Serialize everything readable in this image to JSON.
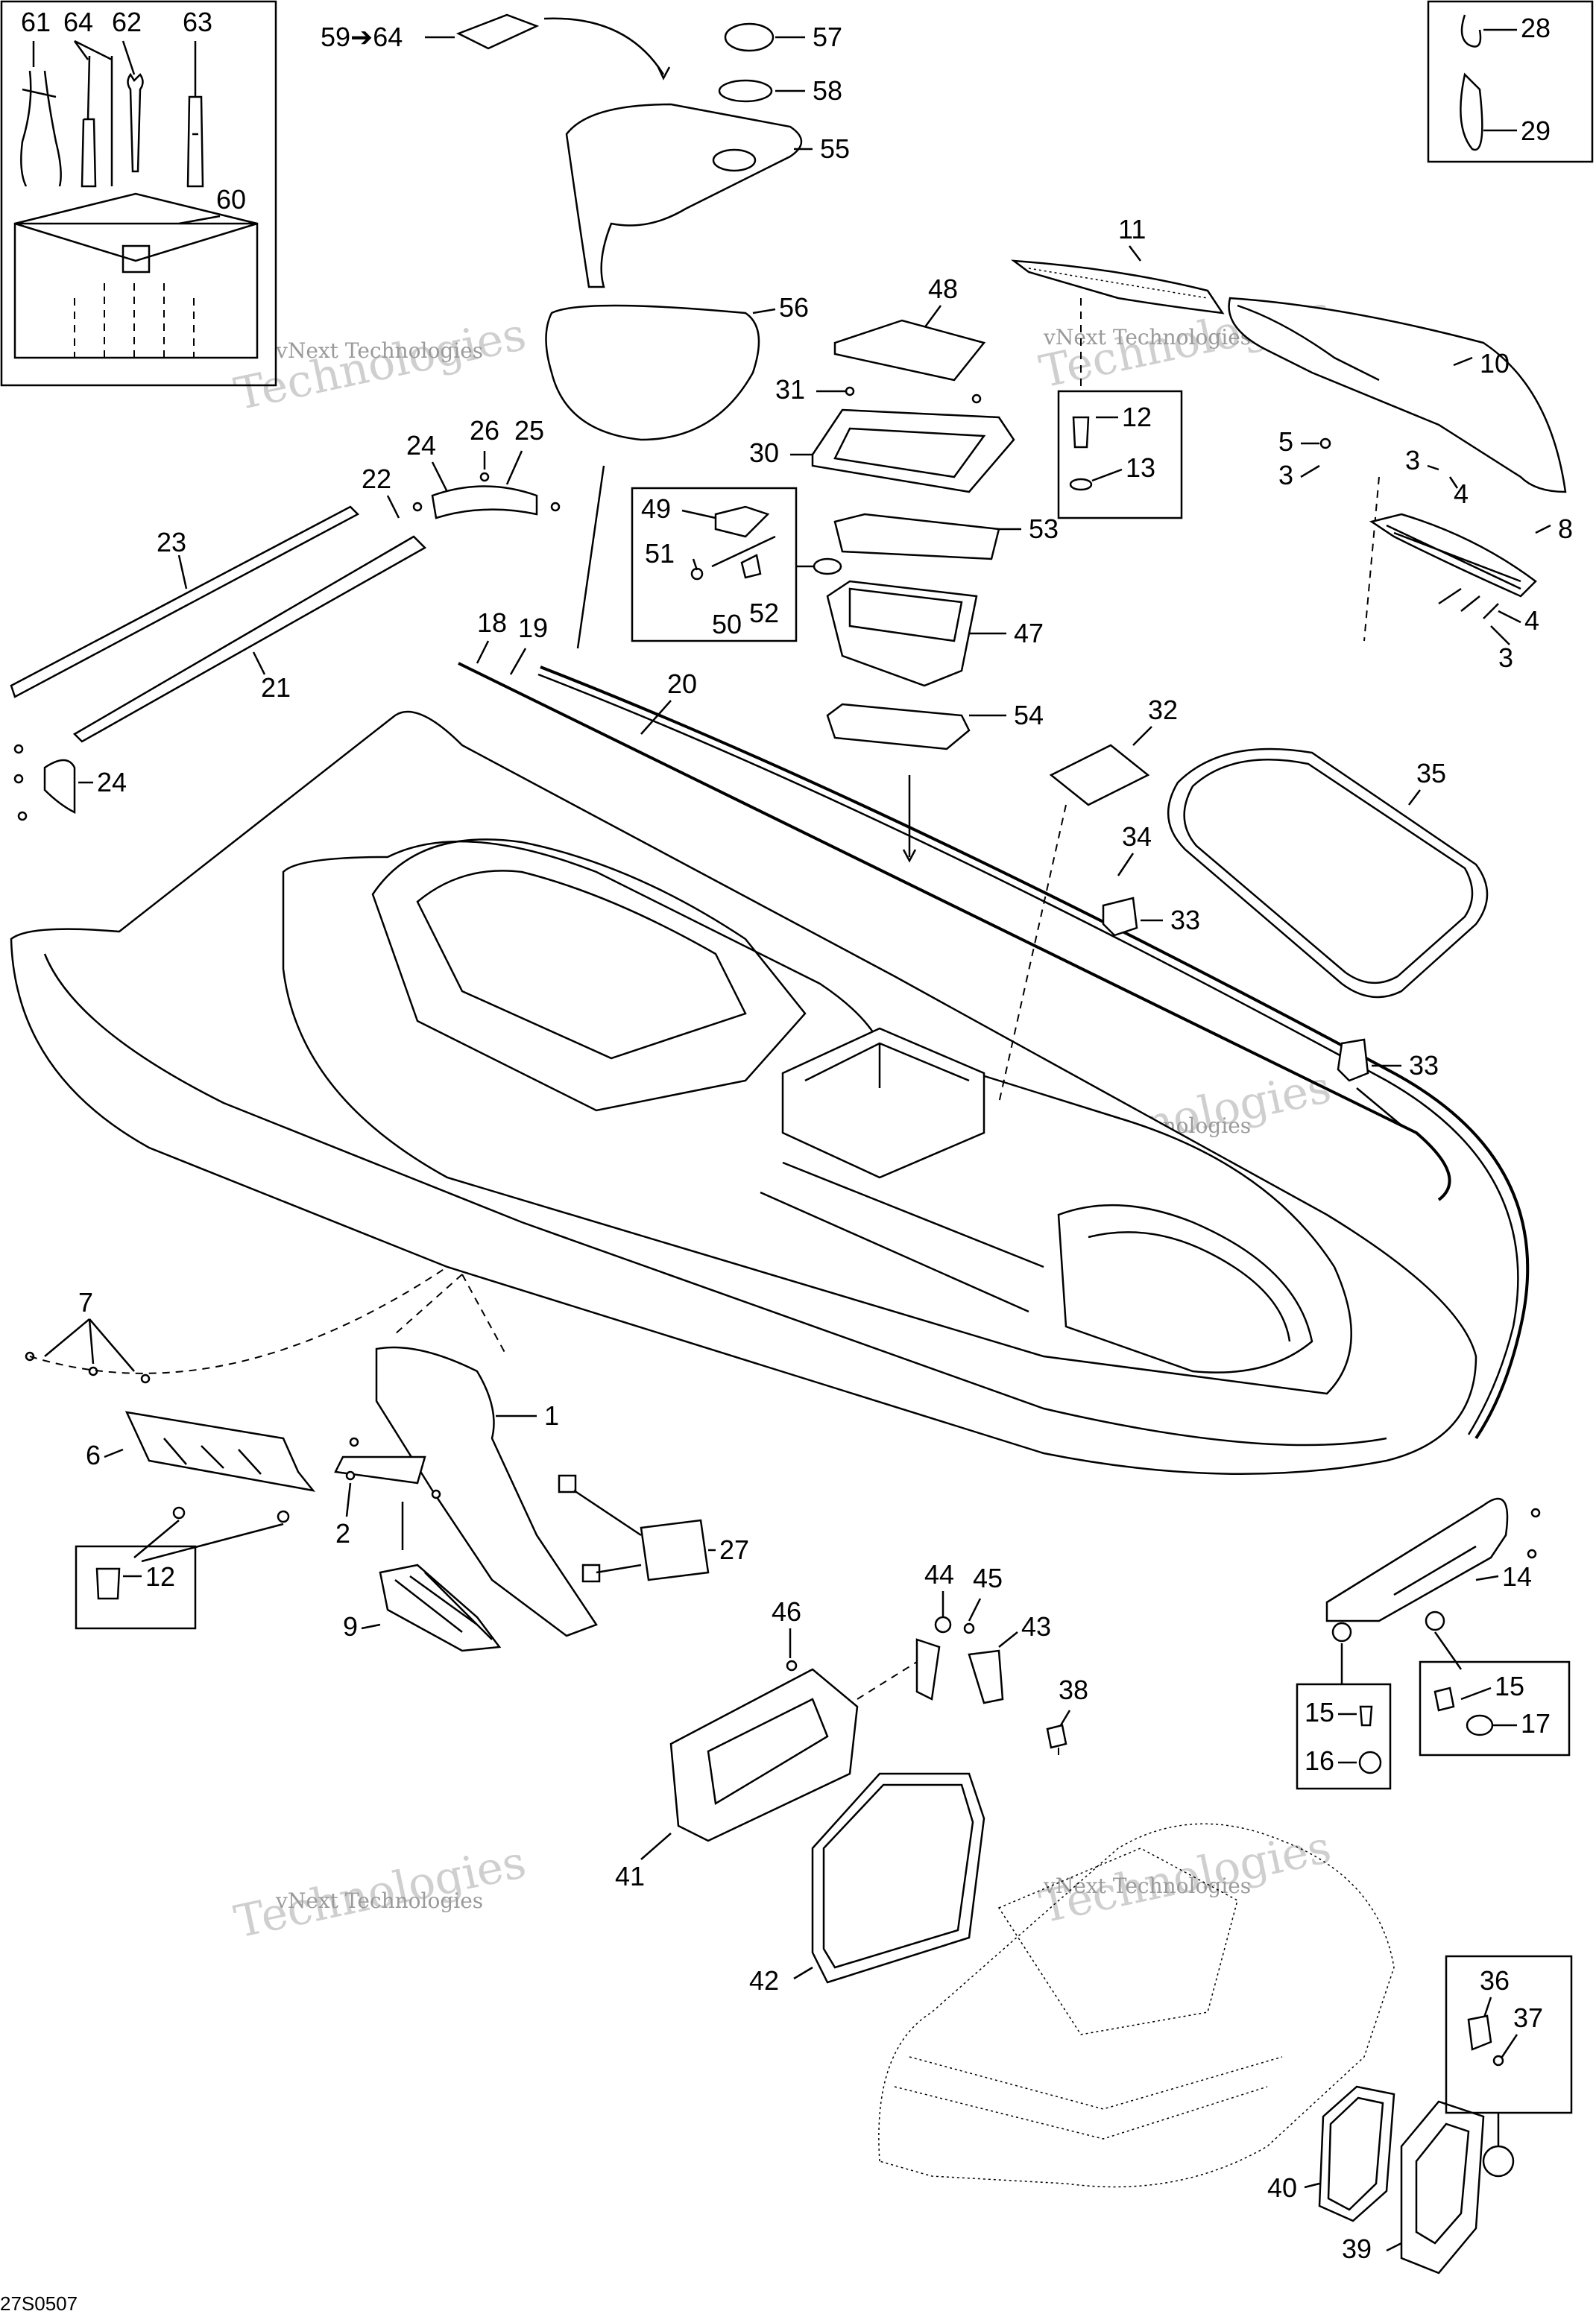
{
  "diagram": {
    "drawing_code": "27S0507",
    "watermark": {
      "line1": "vNext Technologies",
      "line2": "Technologies",
      "line3": "vNext"
    },
    "callouts": {
      "c59to64": "59➔64",
      "c1": "1",
      "c2": "2",
      "c3a": "3",
      "c3b": "3",
      "c3c": "3",
      "c4a": "4",
      "c4b": "4",
      "c5": "5",
      "c6": "6",
      "c7": "7",
      "c8": "8",
      "c9": "9",
      "c10": "10",
      "c11": "11",
      "c12a": "12",
      "c12b": "12",
      "c13": "13",
      "c14": "14",
      "c15a": "15",
      "c15b": "15",
      "c16": "16",
      "c17": "17",
      "c18": "18",
      "c19": "19",
      "c20": "20",
      "c21": "21",
      "c22": "22",
      "c23": "23",
      "c24a": "24",
      "c24b": "24",
      "c25": "25",
      "c26": "26",
      "c27": "27",
      "c28": "28",
      "c29": "29",
      "c30": "30",
      "c31": "31",
      "c32": "32",
      "c33a": "33",
      "c33b": "33",
      "c34": "34",
      "c35": "35",
      "c36": "36",
      "c37": "37",
      "c38": "38",
      "c39": "39",
      "c40": "40",
      "c41": "41",
      "c42": "42",
      "c43": "43",
      "c44": "44",
      "c45": "45",
      "c46": "46",
      "c47": "47",
      "c48": "48",
      "c49": "49",
      "c50": "50",
      "c51": "51",
      "c52": "52",
      "c53": "53",
      "c54": "54",
      "c55": "55",
      "c56": "56",
      "c57": "57",
      "c58": "58",
      "c60": "60",
      "c61": "61",
      "c62": "62",
      "c63": "63",
      "c64": "64"
    }
  }
}
